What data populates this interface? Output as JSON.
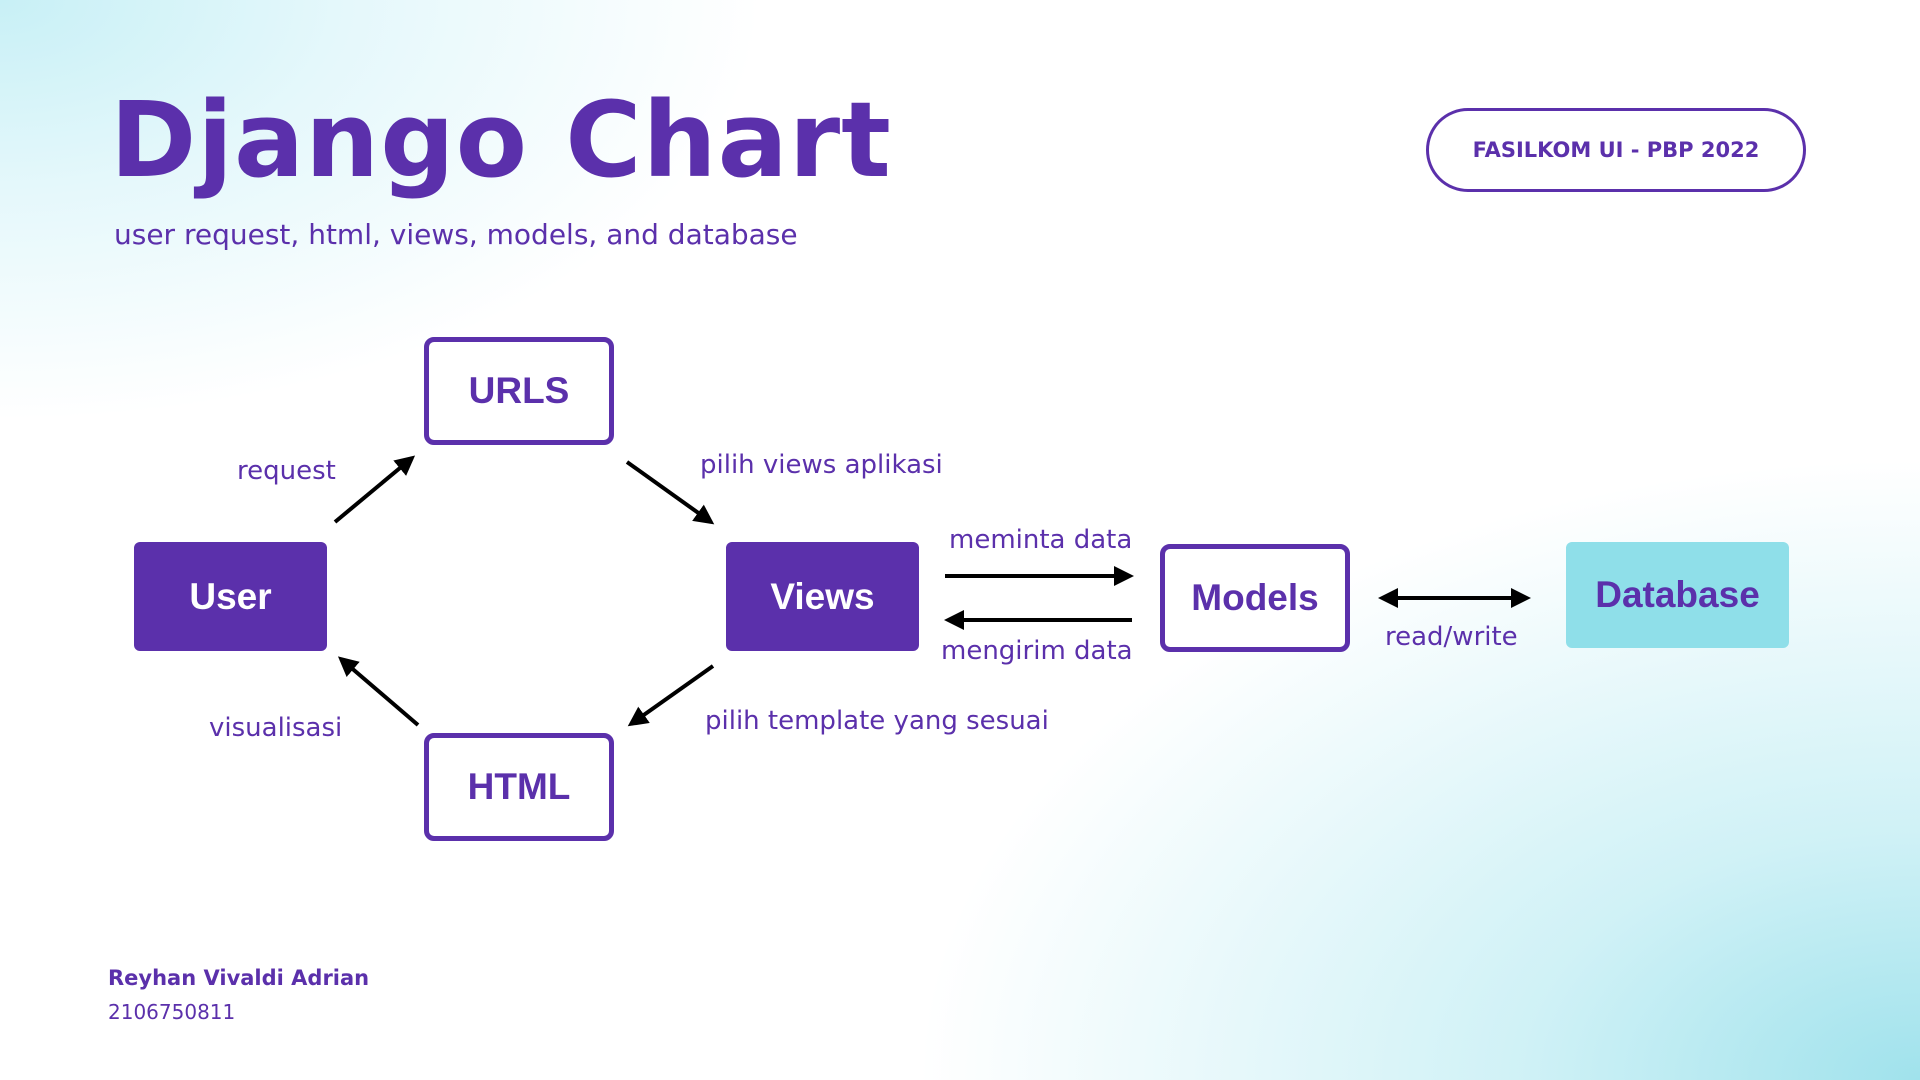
{
  "header": {
    "title": "Django Chart",
    "subtitle": "user request, html, views, models, and database",
    "badge": "FASILKOM UI - PBP 2022"
  },
  "nodes": {
    "user": "User",
    "urls": "URLS",
    "views": "Views",
    "html": "HTML",
    "models": "Models",
    "database": "Database"
  },
  "edges": {
    "user_to_urls": "request",
    "urls_to_views": "pilih views aplikasi",
    "views_to_models": "meminta data",
    "models_to_views": "mengirim data",
    "models_database": "read/write",
    "views_to_html": "pilih template yang sesuai",
    "html_to_user": "visualisasi"
  },
  "footer": {
    "author": "Reyhan Vivaldi Adrian",
    "student_id": "2106750811"
  },
  "colors": {
    "primary": "#5b30ab",
    "database": "#8fdfe9",
    "arrow": "#000000"
  }
}
